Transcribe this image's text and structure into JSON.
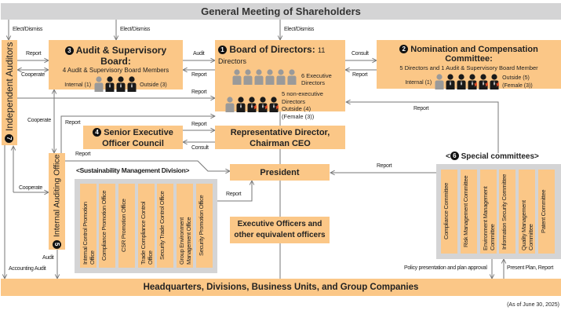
{
  "general_meeting": "General Meeting of Shareholders",
  "independent_auditors": {
    "num": "7",
    "label": "Independent Auditors"
  },
  "audit_board": {
    "num": "3",
    "title": "Audit & Supervisory Board:",
    "subtitle": "4 Audit & Supervisory Board Members",
    "internal": "Internal (1)",
    "outside": "Outside (3)",
    "people": [
      "internal",
      "outside",
      "outside",
      "outside"
    ]
  },
  "board": {
    "num": "1",
    "title": "Board of Directors:",
    "count": "11 Directors",
    "exec_label": "6 Executive Directors",
    "nonexec_label": "5 non-executive Directors",
    "outside": "Outside (4)",
    "female": "(Female (3))",
    "exec_people": [
      "internal",
      "internal",
      "internal",
      "internal",
      "internal",
      "internal"
    ],
    "nonexec_people": [
      "internal",
      "outside",
      "female",
      "female",
      "female"
    ]
  },
  "nomination": {
    "num": "2",
    "title": "Nomination and Compensation Committee:",
    "subtitle": "5 Directors and 1 Audit & Supervisory Board Member",
    "internal": "Internal (1)",
    "outside": "Outside (5)",
    "female": "(Female (3))",
    "people": [
      "internal",
      "outside",
      "outside",
      "female",
      "female",
      "female"
    ]
  },
  "senior_council": {
    "num": "4",
    "line1": "Senior Executive",
    "line2": "Officer Council"
  },
  "rep_director": {
    "line1": "Representative Director,",
    "line2": "Chairman CEO"
  },
  "president": "President",
  "executive_officers": {
    "line1": "Executive Officers and",
    "line2": "other equivalent officers"
  },
  "internal_auditing": {
    "num": "5",
    "label": "Internal Auditing Office"
  },
  "sustainability": {
    "title": "<Sustainability Management Division>",
    "offices": [
      "Internal Control Promotion Office",
      "Compliance Promotion Office",
      "CSR Promotion Office",
      "Trade Compliance Control Office",
      "Security Trade Control Office",
      "Group Environment Management Office",
      "Security Promotion Office"
    ]
  },
  "special": {
    "num": "6",
    "title_pre": "<",
    "title": "Special committees>",
    "committees": [
      "Compliance Committee",
      "Risk Management Committee",
      "Environment Management Committee",
      "Information Security Committee",
      "Quality Management Committee",
      "Patent Committee"
    ]
  },
  "hq": "Headquarters, Divisions, Business Units, and Group Companies",
  "as_of": "(As of June 30, 2025)",
  "labels": {
    "elect": "Elect/Dismiss",
    "report": "Report",
    "cooperate": "Cooperate",
    "audit": "Audit",
    "consult": "Consult",
    "accounting_audit": "Accounting Audit",
    "policy": "Policy presentation and plan approval",
    "present_plan": "Present Plan, Report"
  },
  "colors": {
    "box": "#fbc787",
    "gray": "#d4d4d5",
    "internal": "#9a9a9a",
    "outside": "#1a1a1a",
    "female_star": "#e8502a"
  }
}
